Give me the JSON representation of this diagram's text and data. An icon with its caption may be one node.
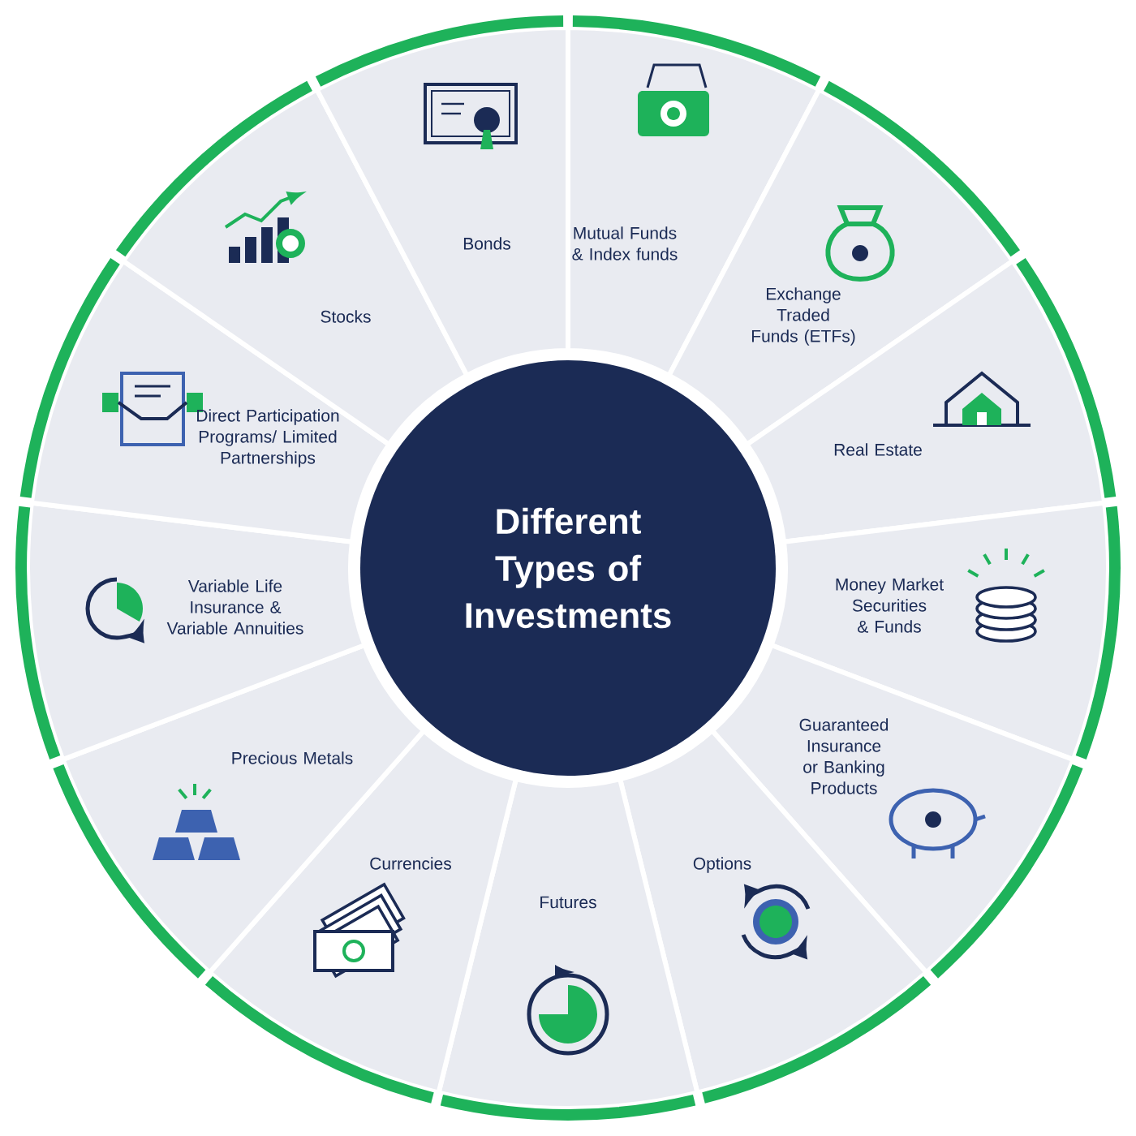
{
  "diagram": {
    "nodes": [
      {
        "text": [
          "Different Types of Investments"
        ]
      },
      {
        "text": [
          "Mutual Funds & Index funds"
        ]
      },
      {
        "text": [
          "Exchange Traded Funds (ETFs)"
        ]
      },
      {
        "text": [
          "Real Estate"
        ]
      },
      {
        "text": [
          "Money Market Securities & Funds"
        ]
      },
      {
        "text": [
          "Guaranteed Insurance or Banking Products"
        ]
      },
      {
        "text": [
          "Options"
        ]
      },
      {
        "text": [
          "Futures"
        ]
      },
      {
        "text": [
          "Currencies"
        ]
      },
      {
        "text": [
          "Precious Metals"
        ]
      },
      {
        "text": [
          "Variable Life Insurance & Variable Annuities"
        ]
      },
      {
        "text": [
          "Direct Participation Programs/ Limited Partnerships"
        ]
      },
      {
        "text": [
          "Stocks"
        ]
      },
      {
        "text": [
          "Bonds"
        ]
      }
    ]
  }
}
